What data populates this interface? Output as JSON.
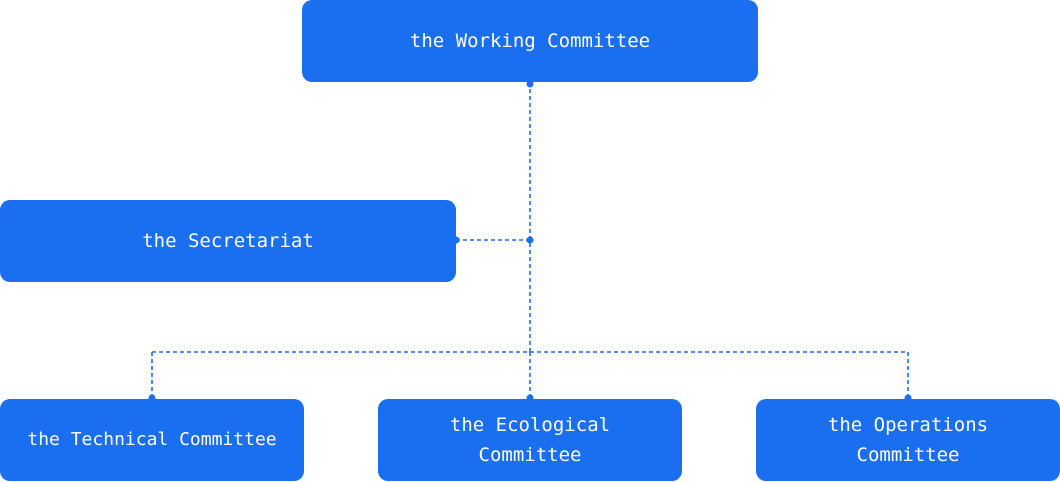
{
  "colors": {
    "box_fill": "#1a6ef0",
    "connector": "#1a6ef0"
  },
  "diagram": {
    "type": "org-chart",
    "connector_style": "dashed",
    "nodes": {
      "working_committee": "the Working Committee",
      "secretariat": "the Secretariat",
      "technical_committee": "the Technical Committee",
      "ecological_committee": "the Ecological\nCommittee",
      "operations_committee": "the Operations\nCommittee"
    },
    "edges": [
      [
        "working_committee",
        "secretariat"
      ],
      [
        "working_committee",
        "technical_committee"
      ],
      [
        "working_committee",
        "ecological_committee"
      ],
      [
        "working_committee",
        "operations_committee"
      ]
    ]
  }
}
